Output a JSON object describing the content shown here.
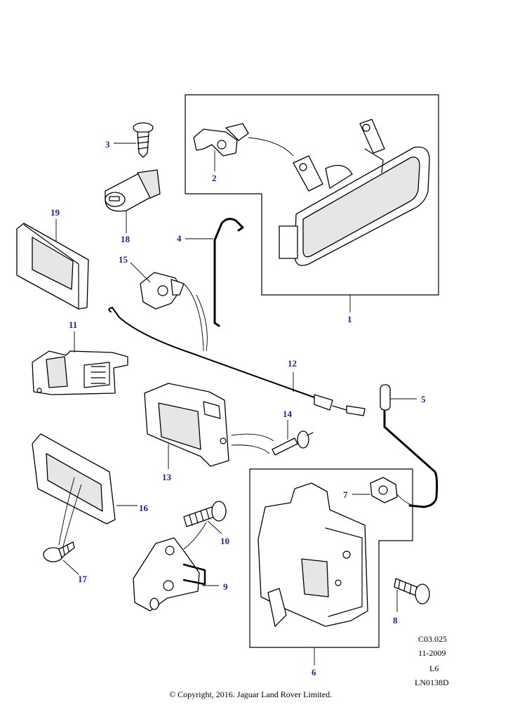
{
  "callouts": {
    "c1": "1",
    "c2": "2",
    "c3": "3",
    "c4": "4",
    "c5": "5",
    "c6": "6",
    "c7": "7",
    "c8": "8",
    "c9": "9",
    "c10": "10",
    "c11": "11",
    "c12": "12",
    "c13": "13",
    "c14": "14",
    "c15": "15",
    "c16": "16",
    "c17": "17",
    "c18": "18",
    "c19": "19"
  },
  "info_block": {
    "ref": "C03.025",
    "date": "11-2009",
    "level": "L6",
    "code": "LN0138D"
  },
  "copyright": "© Copyright, 2016. Jaguar Land Rover Limited.",
  "colors": {
    "callout": "#1e1ea8",
    "line": "#000000",
    "background": "#ffffff"
  }
}
